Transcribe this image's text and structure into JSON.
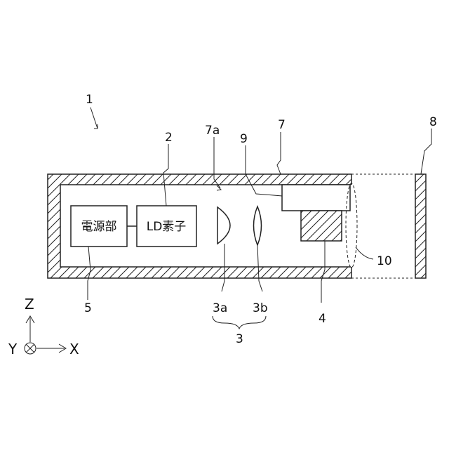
{
  "labels": {
    "device": "1",
    "ld_ref": "2",
    "lens_group": "3",
    "lens_a": "3a",
    "lens_b": "3b",
    "component_4": "4",
    "power_ref": "5",
    "housing": "7",
    "inner_space": "7a",
    "target": "8",
    "holder": "9",
    "beam_region": "10"
  },
  "boxes": {
    "power_unit": "電源部",
    "ld_element": "LD素子"
  },
  "axes": {
    "z": "Z",
    "y": "Y",
    "x": "X"
  }
}
